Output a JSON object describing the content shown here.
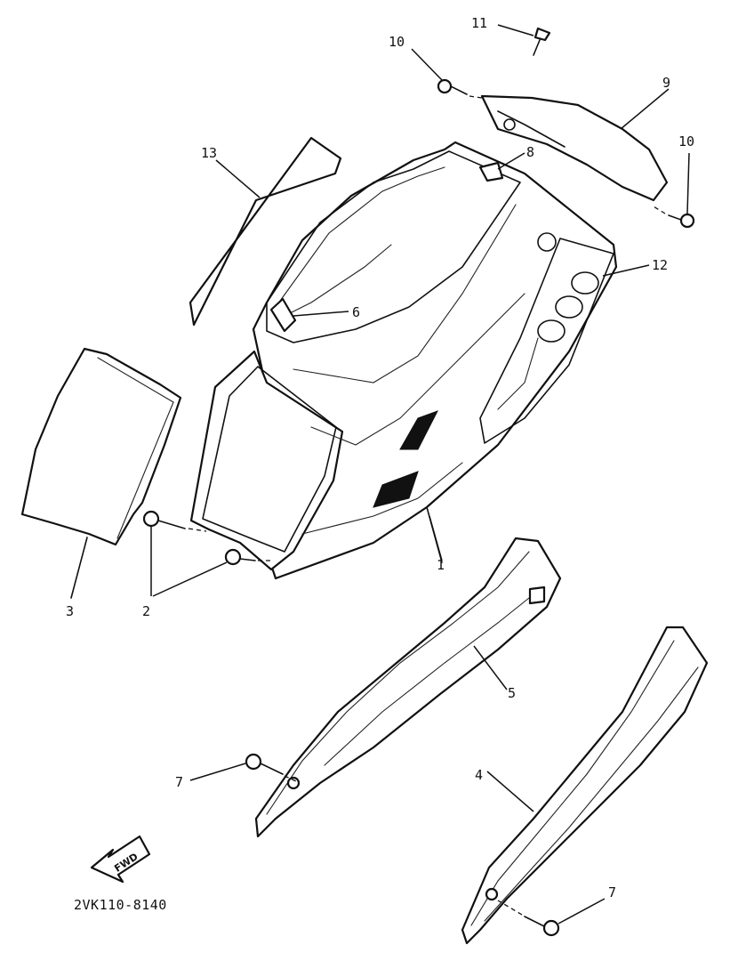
{
  "diagram": {
    "figure_code": "2VK110-8140",
    "direction_marker": "FWD",
    "callouts": [
      {
        "id": "c1",
        "label": "1"
      },
      {
        "id": "c2",
        "label": "2"
      },
      {
        "id": "c3",
        "label": "3"
      },
      {
        "id": "c4",
        "label": "4"
      },
      {
        "id": "c5",
        "label": "5"
      },
      {
        "id": "c6",
        "label": "6"
      },
      {
        "id": "c7a",
        "label": "7"
      },
      {
        "id": "c7b",
        "label": "7"
      },
      {
        "id": "c8",
        "label": "8"
      },
      {
        "id": "c9",
        "label": "9"
      },
      {
        "id": "c10a",
        "label": "10"
      },
      {
        "id": "c10b",
        "label": "10"
      },
      {
        "id": "c11",
        "label": "11"
      },
      {
        "id": "c12",
        "label": "12"
      },
      {
        "id": "c13",
        "label": "13"
      }
    ]
  }
}
